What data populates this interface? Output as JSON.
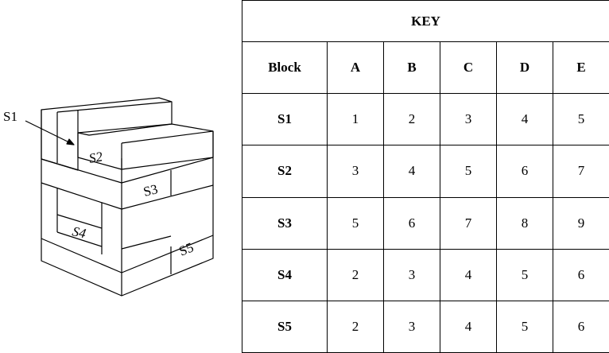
{
  "figure": {
    "labels": {
      "s1": "S1",
      "s2": "S2",
      "s3": "S3",
      "s4": "S4",
      "s5": "S5"
    }
  },
  "key_table": {
    "title": "KEY",
    "columns": [
      "Block",
      "A",
      "B",
      "C",
      "D",
      "E"
    ],
    "rows": [
      {
        "label": "S1",
        "values": [
          "1",
          "2",
          "3",
          "4",
          "5"
        ]
      },
      {
        "label": "S2",
        "values": [
          "3",
          "4",
          "5",
          "6",
          "7"
        ]
      },
      {
        "label": "S3",
        "values": [
          "5",
          "6",
          "7",
          "8",
          "9"
        ]
      },
      {
        "label": "S4",
        "values": [
          "2",
          "3",
          "4",
          "5",
          "6"
        ]
      },
      {
        "label": "S5",
        "values": [
          "2",
          "3",
          "4",
          "5",
          "6"
        ]
      }
    ]
  }
}
